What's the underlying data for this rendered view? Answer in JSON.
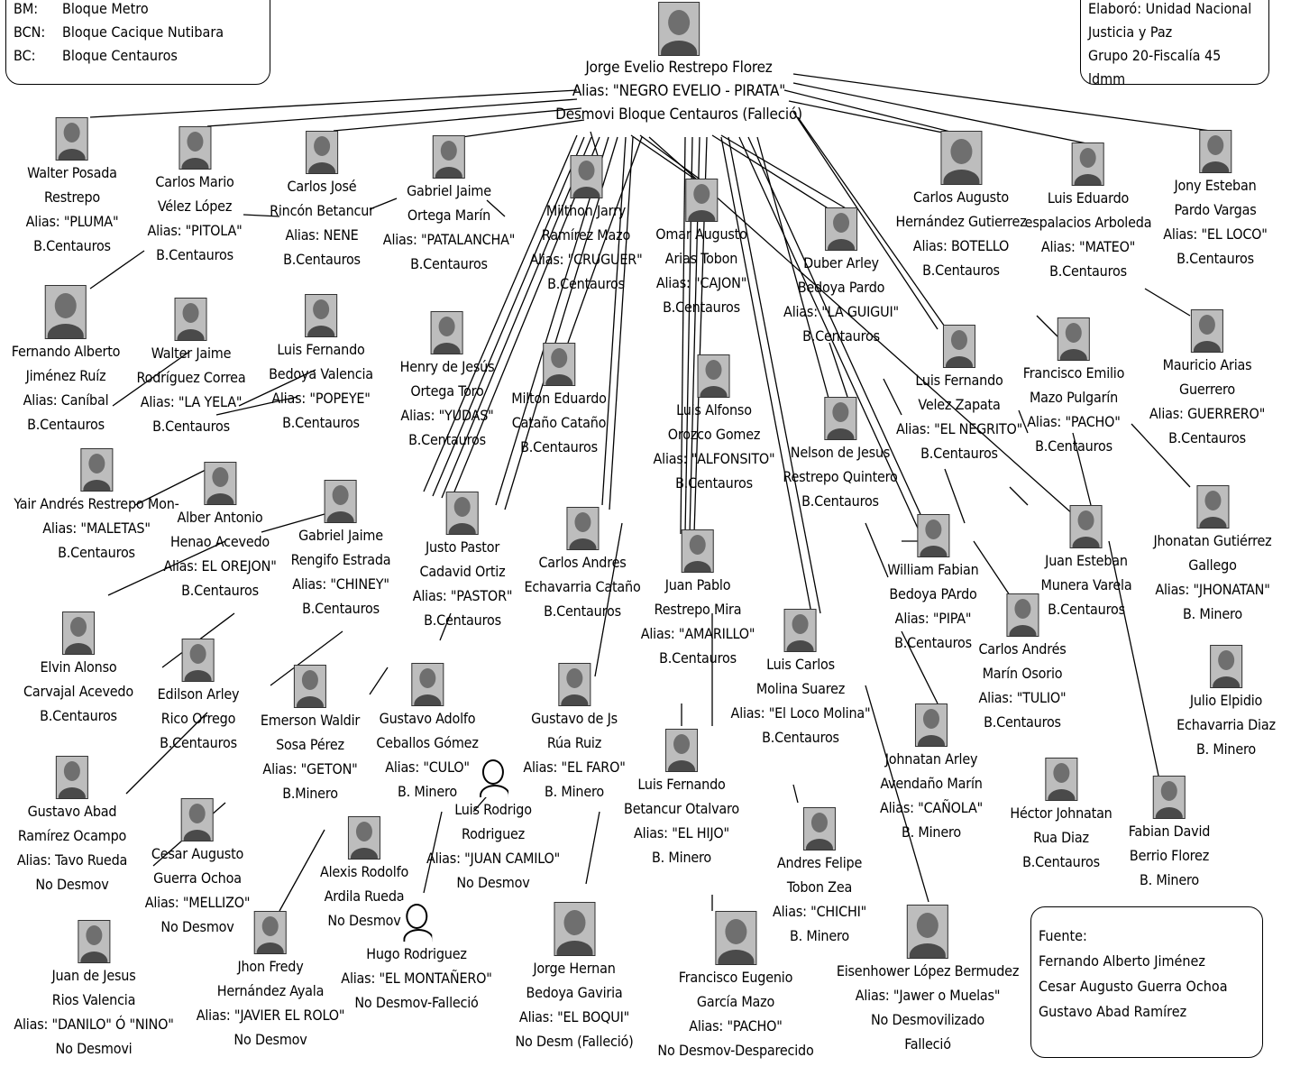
{
  "legend": {
    "rows": [
      {
        "abbr": "BM:",
        "text": "Bloque Metro"
      },
      {
        "abbr": "BCN:",
        "text": "Bloque Cacique Nutibara"
      },
      {
        "abbr": "BC:",
        "text": "Bloque Centauros"
      }
    ]
  },
  "credit": {
    "lines": [
      "Elaboró: Unidad Nacional",
      "Justicia y Paz",
      "Grupo 20-Fiscalía 45 ldmm"
    ]
  },
  "source": {
    "lines": [
      "Fuente:",
      "Fernando Alberto Jiménez",
      "Cesar Augusto Guerra Ochoa",
      "Gustavo Abad Ramírez"
    ]
  },
  "root": {
    "id": "root",
    "lines": [
      "Jorge Evelio Restrepo Florez",
      "Alias: \"NEGRO EVELIO - PIRATA\"",
      "Desmovi Bloque Centauros (Falleció)"
    ]
  },
  "people": [
    {
      "id": "walter-posada",
      "lines": [
        "Walter Posada",
        "Restrepo",
        "Alias: \"PLUMA\"",
        "B.Centauros"
      ]
    },
    {
      "id": "carlos-mario",
      "lines": [
        "Carlos Mario",
        "Vélez López",
        "Alias: \"PITOLA\"",
        "B.Centauros"
      ]
    },
    {
      "id": "carlos-jose",
      "lines": [
        "Carlos José",
        "Rincón Betancur",
        "Alias: NENE",
        "B.Centauros"
      ]
    },
    {
      "id": "gabriel-ortega",
      "lines": [
        "Gabriel Jaime",
        "Ortega Marín",
        "Alias: \"PATALANCHA\"",
        "B.Centauros"
      ]
    },
    {
      "id": "milthon",
      "lines": [
        "Milthon Jarry",
        "Ramírez Mazo",
        "Alias: \"CRUGUER\"",
        "B.Centauros"
      ]
    },
    {
      "id": "omar",
      "lines": [
        "Omar Augusto",
        "Arias Tobon",
        "Alias: \"CAJON\"",
        "B.Centauros"
      ]
    },
    {
      "id": "duber",
      "lines": [
        "Duber Arley",
        "Bedoya Pardo",
        "Alias: \"LA GUIGUI\"",
        "B.Centauros"
      ]
    },
    {
      "id": "carlos-augusto",
      "lines": [
        "Carlos Augusto",
        "Hernández Gutierrez",
        "Alias: BOTELLO",
        "B.Centauros"
      ]
    },
    {
      "id": "luis-eduardo",
      "lines": [
        "Luis Eduardo",
        "espalacios Arboleda",
        "Alias: \"MATEO\"",
        "B.Centauros"
      ]
    },
    {
      "id": "jony",
      "lines": [
        "Jony Esteban",
        "Pardo Vargas",
        "Alias: \"EL LOCO\"",
        "B.Centauros"
      ]
    },
    {
      "id": "fernando-alberto",
      "lines": [
        "Fernando Alberto",
        "Jiménez Ruíz",
        "Alias: Caníbal",
        "B.Centauros"
      ]
    },
    {
      "id": "walter-jaime",
      "lines": [
        "Walter Jaime",
        "Rodríguez Correa",
        "Alias: \"LA YELA\"",
        "B.Centauros"
      ]
    },
    {
      "id": "luis-fernando-bedoya",
      "lines": [
        "Luis Fernando",
        "Bedoya Valencia",
        "Alias: \"POPEYE\"",
        "B.Centauros"
      ]
    },
    {
      "id": "henry",
      "lines": [
        "Henry de Jesús",
        "Ortega Toro",
        "Alias: \"YUDAS\"",
        "B.Centauros"
      ]
    },
    {
      "id": "milton",
      "lines": [
        "Milton Eduardo",
        "Cataño Cataño",
        "B.Centauros"
      ]
    },
    {
      "id": "luis-alfonso",
      "lines": [
        "Luis Alfonso",
        "Orozco Gomez",
        "Alias: \"ALFONSITO\"",
        "B.Centauros"
      ]
    },
    {
      "id": "nelson",
      "lines": [
        "Nelson de Jesus",
        "Restrepo Quintero",
        "B.Centauros"
      ]
    },
    {
      "id": "luis-fernando-velez",
      "lines": [
        "Luis Fernando",
        "Velez Zapata",
        "Alias: \"EL NEGRITO\"",
        "B.Centauros"
      ]
    },
    {
      "id": "francisco-emilio",
      "lines": [
        "Francisco Emilio",
        "Mazo Pulgarín",
        "Alias: \"PACHO\"",
        "B.Centauros"
      ]
    },
    {
      "id": "mauricio",
      "lines": [
        "Mauricio Arias",
        "Guerrero",
        "Alias: GUERRERO\"",
        "B.Centauros"
      ]
    },
    {
      "id": "yair",
      "lines": [
        "Yair Andrés Restrepo Mon-",
        "Alias: \"MALETAS\"",
        "B.Centauros"
      ]
    },
    {
      "id": "alber",
      "lines": [
        "Alber Antonio",
        "Henao Acevedo",
        "Alias: EL OREJON\"",
        "B.Centauros"
      ]
    },
    {
      "id": "gabriel-rengifo",
      "lines": [
        "Gabriel Jaime",
        "Rengifo Estrada",
        "Alias: \"CHINEY\"",
        "B.Centauros"
      ]
    },
    {
      "id": "justo",
      "lines": [
        "Justo Pastor",
        "Cadavid Ortiz",
        "Alias: \"PASTOR\"",
        "B.Centauros"
      ]
    },
    {
      "id": "carlos-andres-e",
      "lines": [
        "Carlos Andres",
        "Echavarria Cataño",
        "B.Centauros"
      ]
    },
    {
      "id": "juan-pablo",
      "lines": [
        "Juan Pablo",
        "Restrepo Mira",
        "Alias: \"AMARILLO\"",
        "B.Centauros"
      ]
    },
    {
      "id": "william",
      "lines": [
        "William Fabian",
        "Bedoya PArdo",
        "Alias: \"PIPA\"",
        "B.Centauros"
      ]
    },
    {
      "id": "juan-esteban",
      "lines": [
        "Juan Esteban",
        "Munera Varela",
        "B.Centauros"
      ]
    },
    {
      "id": "jhonatan-g",
      "lines": [
        "Jhonatan Gutiérrez",
        "Gallego",
        "Alias: \"JHONATAN\"",
        "B. Minero"
      ]
    },
    {
      "id": "elvin",
      "lines": [
        "Elvin Alonso",
        "Carvajal Acevedo",
        "B.Centauros"
      ]
    },
    {
      "id": "edilson",
      "lines": [
        "Edilson Arley",
        "Rico Orrego",
        "B.Centauros"
      ]
    },
    {
      "id": "emerson",
      "lines": [
        "Emerson Waldir",
        "Sosa Pérez",
        "Alias: \"GETON\"",
        "B.Minero"
      ]
    },
    {
      "id": "gustavo-adolfo",
      "lines": [
        "Gustavo Adolfo",
        "Ceballos Gómez",
        "Alias: \"CULO\"",
        "B. Minero"
      ]
    },
    {
      "id": "gustavo-js",
      "lines": [
        "Gustavo de Js",
        "Rúa Ruiz",
        "Alias: \"EL FARO\"",
        "B. Minero"
      ]
    },
    {
      "id": "luis-carlos",
      "lines": [
        "Luis Carlos",
        "Molina Suarez",
        "Alias: \"El Loco Molina\"",
        "B.Centauros"
      ]
    },
    {
      "id": "carlos-andres-m",
      "lines": [
        "Carlos Andrés",
        "Marín Osorio",
        "Alias: \"TULIO\"",
        "B.Centauros"
      ]
    },
    {
      "id": "julio",
      "lines": [
        "Julio Elpidio",
        "Echavarria Diaz",
        "B. Minero"
      ]
    },
    {
      "id": "gustavo-abad",
      "lines": [
        "Gustavo Abad",
        "Ramírez Ocampo",
        "Alias: Tavo Rueda",
        "No Desmov"
      ]
    },
    {
      "id": "cesar",
      "lines": [
        "Cesar Augusto",
        "Guerra Ochoa",
        "Alias: \"MELLIZO\"",
        "No Desmov"
      ]
    },
    {
      "id": "alexis",
      "lines": [
        "Alexis Rodolfo",
        "Ardila Rueda",
        "No Desmov"
      ]
    },
    {
      "id": "luis-rodrigo",
      "lines": [
        "Luis Rodrigo",
        "Rodriguez",
        "Alias: \"JUAN CAMILO\"",
        "No Desmov"
      ]
    },
    {
      "id": "luis-fernando-betancur",
      "lines": [
        "Luis Fernando",
        "Betancur Otalvaro",
        "Alias: \"EL HIJO\"",
        "B. Minero"
      ]
    },
    {
      "id": "andres",
      "lines": [
        "Andres Felipe",
        "Tobon Zea",
        "Alias: \"CHICHI\"",
        "B. Minero"
      ]
    },
    {
      "id": "johnatan-arley",
      "lines": [
        "Johnatan Arley",
        "Avendaño Marín",
        "Alias: \"CAÑOLA\"",
        "B. Minero"
      ]
    },
    {
      "id": "hector",
      "lines": [
        "Héctor Johnatan",
        "Rua Diaz",
        "B.Centauros"
      ]
    },
    {
      "id": "fabian",
      "lines": [
        "Fabian David",
        "Berrio Florez",
        "B. Minero"
      ]
    },
    {
      "id": "juan-de-jesus",
      "lines": [
        "Juan de Jesus",
        "Rios Valencia",
        "Alias: \"DANILO\" Ó \"NINO\"",
        "No Desmovi"
      ]
    },
    {
      "id": "jhon-fredy",
      "lines": [
        "Jhon Fredy",
        "Hernández Ayala",
        "Alias: \"JAVIER EL ROLO\"",
        "No Desmov"
      ]
    },
    {
      "id": "hugo",
      "lines": [
        "Hugo Rodriguez",
        "Alias: \"EL MONTAÑERO\"",
        "No Desmov-Falleció"
      ]
    },
    {
      "id": "jorge-hernan",
      "lines": [
        "Jorge Hernan",
        "Bedoya Gaviria",
        "Alias: \"EL BOQUI\"",
        "No Desm (Falleció)"
      ]
    },
    {
      "id": "francisco-eugenio",
      "lines": [
        "Francisco Eugenio",
        "García Mazo",
        "Alias: \"PACHO\"",
        "No Desmov-Desparecido"
      ]
    },
    {
      "id": "eisenhower",
      "lines": [
        "Eisenhower López Bermudez",
        "Alias: \"Jawer o Muelas\"",
        "No Desmovilizado",
        "Falleció"
      ]
    }
  ]
}
